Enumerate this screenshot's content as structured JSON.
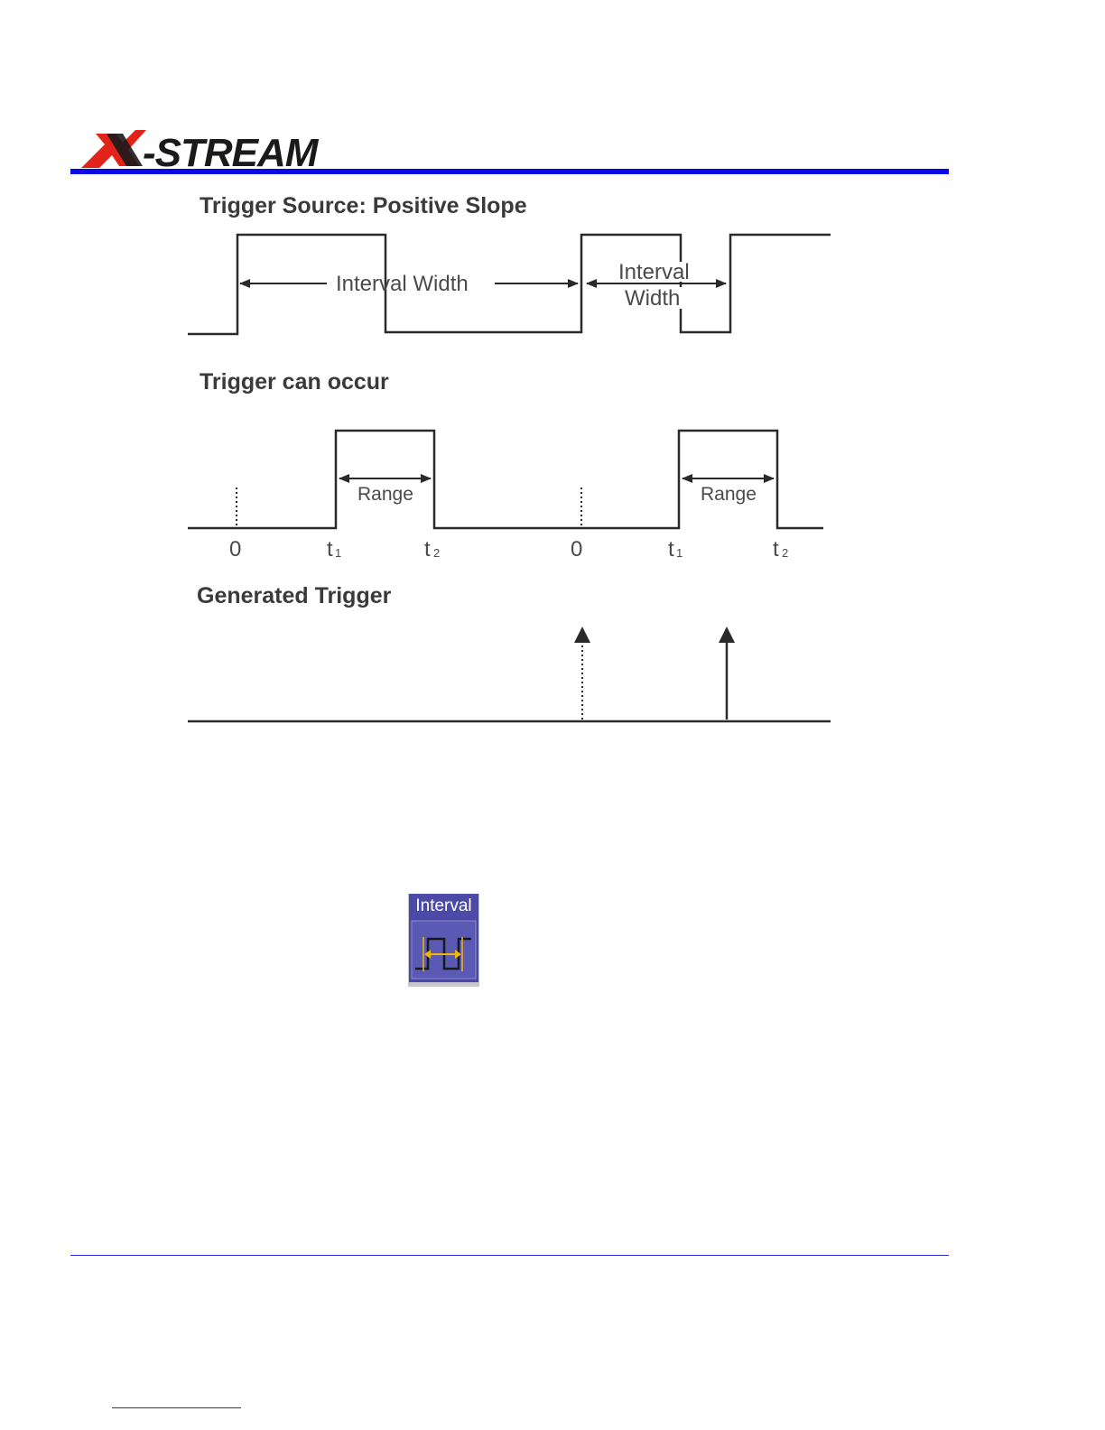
{
  "brand": {
    "logo_text": "X-STREAM",
    "accent": "#e2231a",
    "rule_color": "#0a0ae6"
  },
  "diagram": {
    "section1_title": "Trigger Source: Positive Slope",
    "interval_width_label": "Interval Width",
    "interval_label": "Interval",
    "width_label": "Width",
    "section2_title": "Trigger can occur",
    "range_label": "Range",
    "tick_zero": "0",
    "tick_t": "t",
    "sub1": "1",
    "sub2": "2",
    "section3_title": "Generated Trigger"
  },
  "interval_button": {
    "label": "Interval",
    "icon": "interval-waveform-icon",
    "bg": "#4b4aa6",
    "accent": "#f2b705"
  }
}
